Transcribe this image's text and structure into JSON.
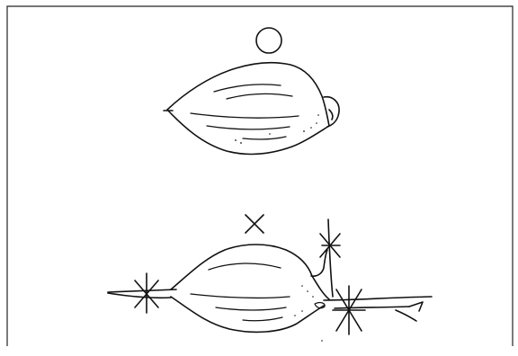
{
  "figure": {
    "panels": [
      {
        "id": "top",
        "marker_symbol": "circle",
        "marker_icon": "correct-circle-icon"
      },
      {
        "id": "bottom",
        "marker_symbol": "cross",
        "marker_icon": "incorrect-cross-icon",
        "asterisk_count": 3
      }
    ],
    "stroke_color": "#111111",
    "background_color": "#ffffff",
    "border_color": "#222222"
  }
}
